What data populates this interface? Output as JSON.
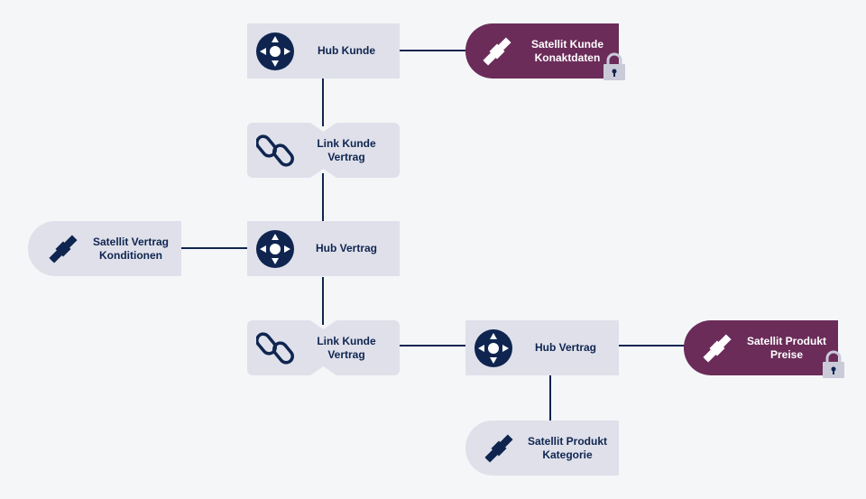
{
  "nodes": {
    "hub_kunde": {
      "label": "Hub Kunde"
    },
    "sat_kunde": {
      "line1": "Satellit Kunde",
      "line2": "Konaktdaten"
    },
    "link_1": {
      "line1": "Link Kunde",
      "line2": "Vertrag"
    },
    "hub_vertrag_1": {
      "label": "Hub Vertrag"
    },
    "sat_vertrag": {
      "line1": "Satellit Vertrag",
      "line2": "Konditionen"
    },
    "link_2": {
      "line1": "Link Kunde",
      "line2": "Vertrag"
    },
    "hub_vertrag_2": {
      "label": "Hub Vertrag"
    },
    "sat_produkt_preise": {
      "line1": "Satellit Produkt",
      "line2": "Preise"
    },
    "sat_produkt_kategorie": {
      "line1": "Satellit Produkt",
      "line2": "Kategorie"
    }
  },
  "colors": {
    "navy": "#0f2550",
    "node_fill": "#dfe0ea",
    "locked_fill": "#6b2c59",
    "lock_fill": "#c9cbd9",
    "background": "#f5f6f8"
  }
}
